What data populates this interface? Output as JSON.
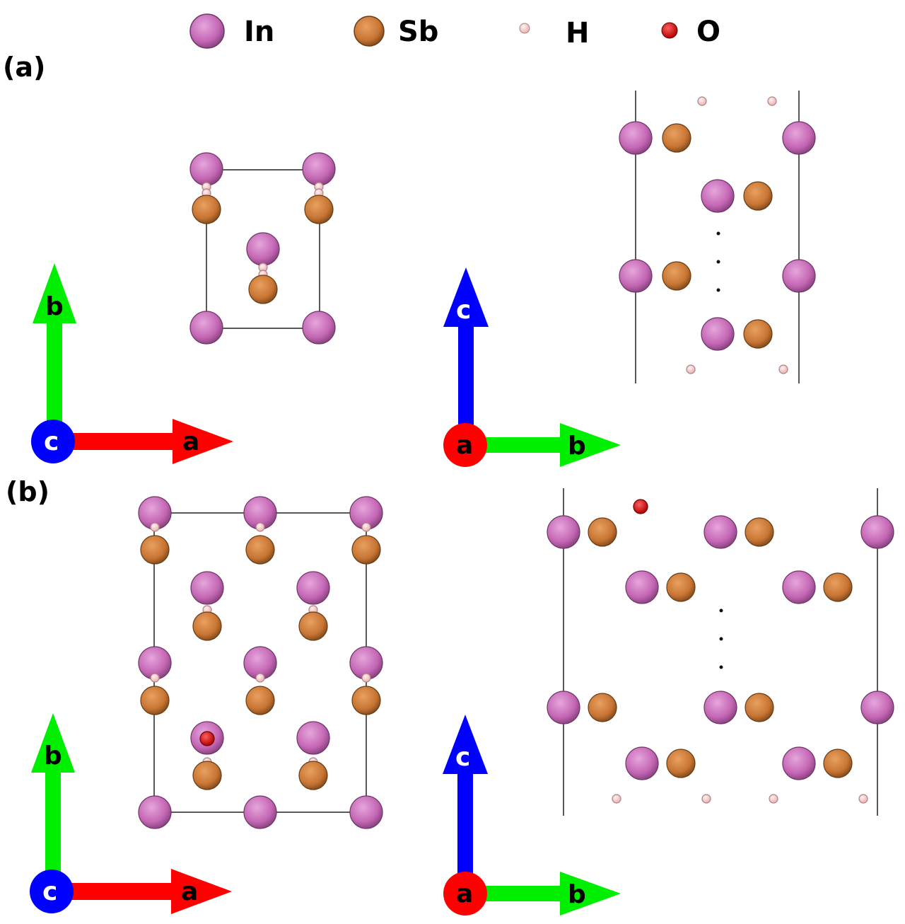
{
  "legend": {
    "items": [
      {
        "symbol": "In",
        "color": "#c466b4",
        "size": "large"
      },
      {
        "symbol": "Sb",
        "color": "#c87533",
        "size": "large"
      },
      {
        "symbol": "H",
        "color": "#f5c6c6",
        "size": "small"
      },
      {
        "symbol": "O",
        "color": "#e00000",
        "size": "medium"
      }
    ]
  },
  "panels": [
    {
      "label": "(a)"
    },
    {
      "label": "(b)"
    }
  ],
  "axes": {
    "a": {
      "label": "a",
      "color": "#ff0000"
    },
    "b": {
      "label": "b",
      "color": "#00ee00"
    },
    "c": {
      "label": "c",
      "color": "#0000ff"
    }
  },
  "colors": {
    "In": "#c466b4",
    "Sb": "#c87533",
    "H": "#f5c6c6",
    "O": "#e00000",
    "cell_line": "#222222",
    "dots": "#111111"
  }
}
